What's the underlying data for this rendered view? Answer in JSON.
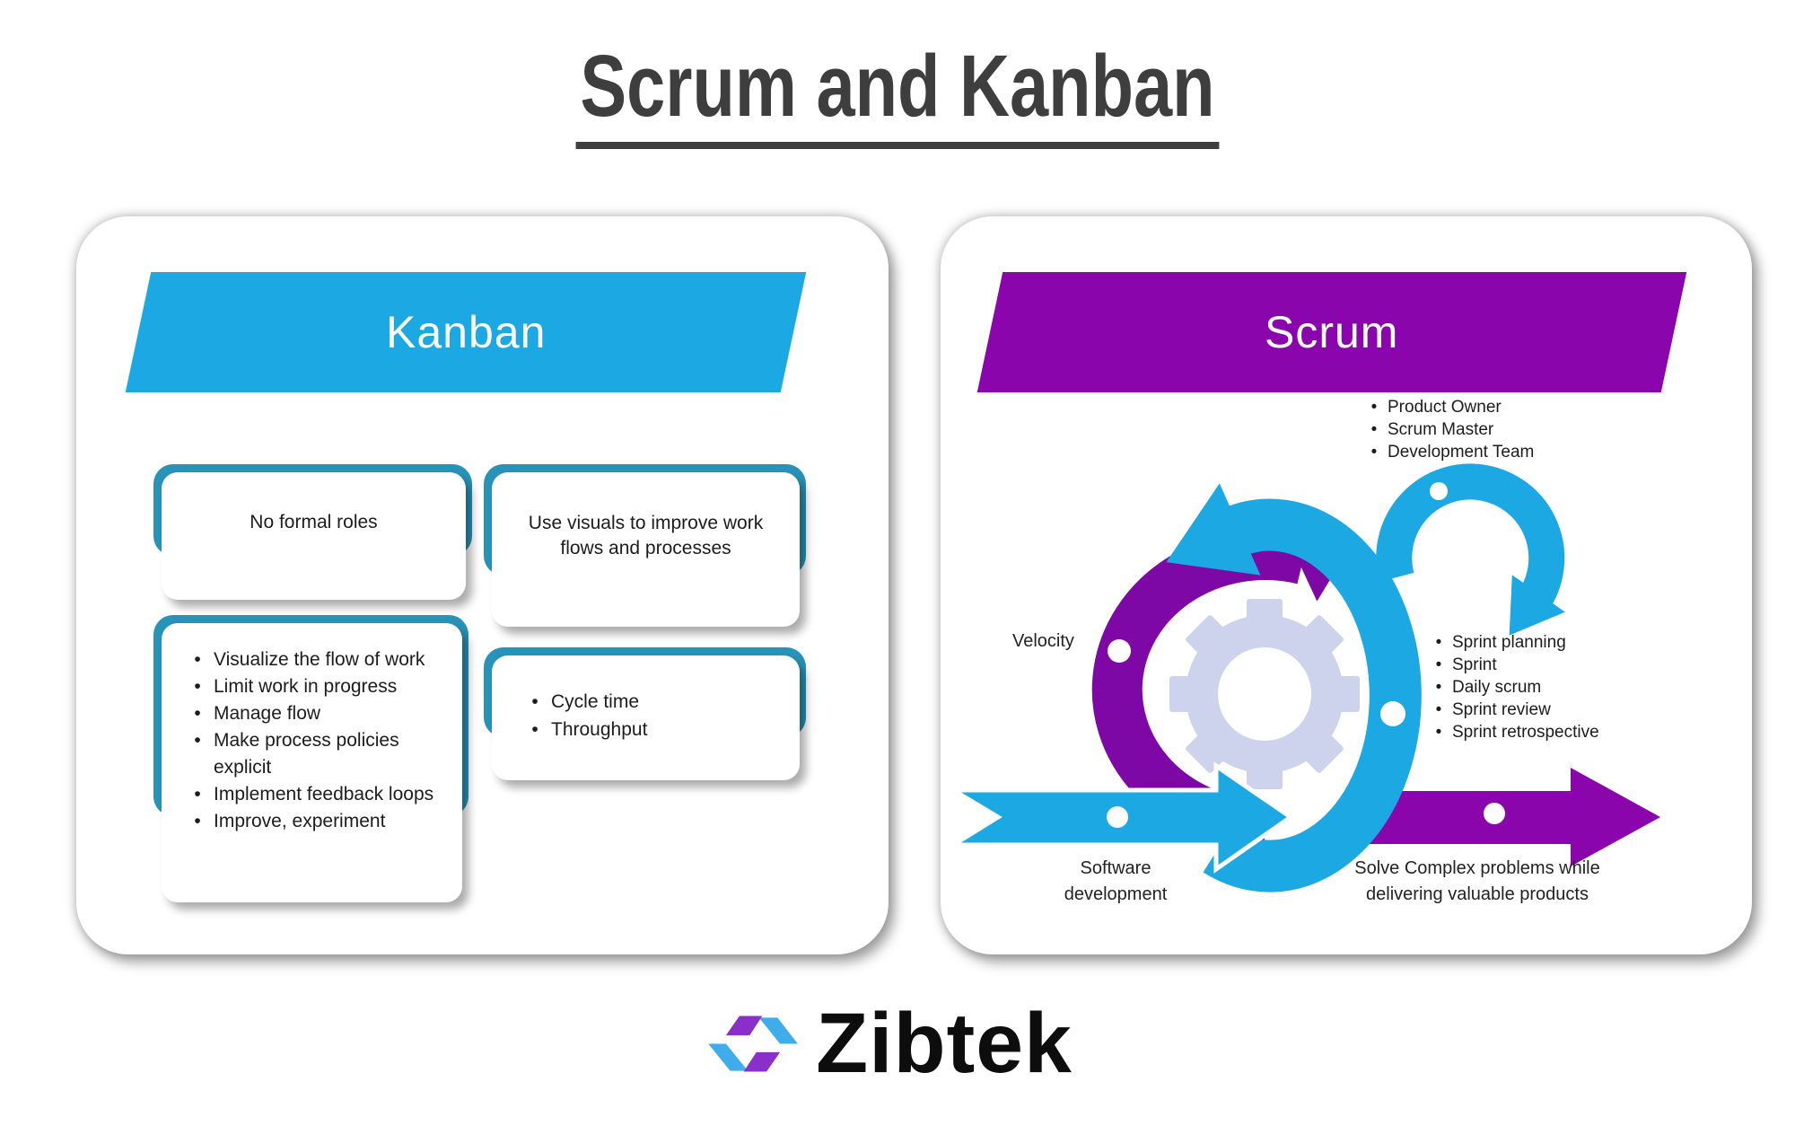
{
  "title": {
    "text": "Scrum and Kanban"
  },
  "kanban": {
    "header": "Kanban",
    "cards": [
      {
        "text": "No formal roles"
      },
      {
        "text": "Use visuals to improve work flows and processes"
      },
      {
        "items": [
          "Visualize the flow of work",
          "Limit work in progress",
          "Manage flow",
          "Make process policies explicit",
          "Implement feedback loops",
          "Improve, experiment"
        ]
      },
      {
        "items": [
          "Cycle time",
          "Throughput"
        ]
      }
    ]
  },
  "scrum": {
    "header": "Scrum",
    "roles": [
      "Product Owner",
      "Scrum Master",
      "Development Team"
    ],
    "events": [
      "Sprint planning",
      "Sprint",
      "Daily scrum",
      "Sprint review",
      "Sprint retrospective"
    ],
    "labels": {
      "velocity": "Velocity",
      "software_development": "Software development",
      "solve_complex": "Solve Complex problems while delivering valuable products"
    }
  },
  "logo": {
    "text": "Zibtek"
  },
  "bullet_glyph": "•",
  "colors": {
    "cyan": "#1ca8e2",
    "teal_card_frame": "#2793b8",
    "purple": "#8a05ac",
    "purple_arc": "#7e08a6",
    "gear_lavender": "#cdd3ec",
    "title_gray": "#3e3e3e",
    "logo_blue": "#3fade9",
    "logo_purple": "#8a2fc9"
  }
}
